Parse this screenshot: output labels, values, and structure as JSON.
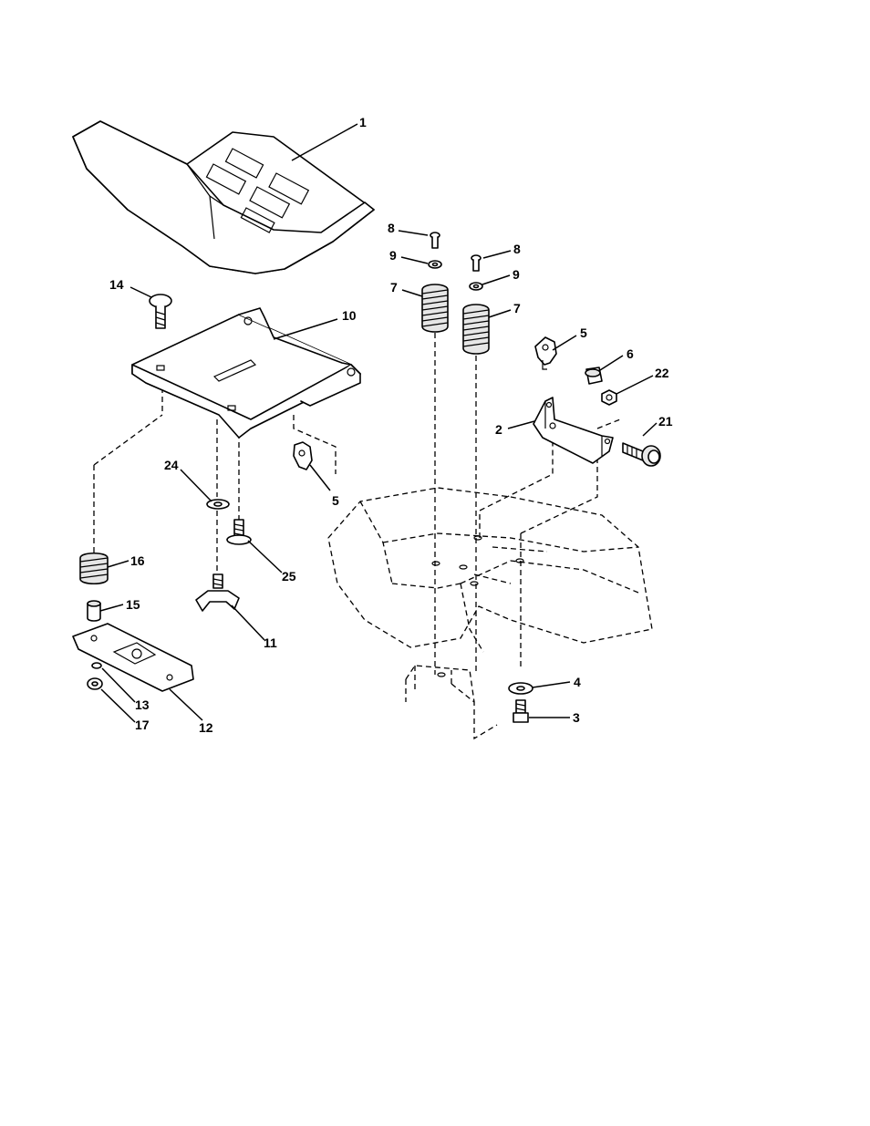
{
  "diagram": {
    "callouts": [
      {
        "id": "c1",
        "text": "1"
      },
      {
        "id": "c14",
        "text": "14"
      },
      {
        "id": "c10",
        "text": "10"
      },
      {
        "id": "c8a",
        "text": "8"
      },
      {
        "id": "c9a",
        "text": "9"
      },
      {
        "id": "c7a",
        "text": "7"
      },
      {
        "id": "c8b",
        "text": "8"
      },
      {
        "id": "c9b",
        "text": "9"
      },
      {
        "id": "c7b",
        "text": "7"
      },
      {
        "id": "c5a",
        "text": "5"
      },
      {
        "id": "c6",
        "text": "6"
      },
      {
        "id": "c22",
        "text": "22"
      },
      {
        "id": "c2",
        "text": "2"
      },
      {
        "id": "c21",
        "text": "21"
      },
      {
        "id": "c5b",
        "text": "5"
      },
      {
        "id": "c24",
        "text": "24"
      },
      {
        "id": "c16",
        "text": "16"
      },
      {
        "id": "c25",
        "text": "25"
      },
      {
        "id": "c15",
        "text": "15"
      },
      {
        "id": "c11",
        "text": "11"
      },
      {
        "id": "c4",
        "text": "4"
      },
      {
        "id": "c13",
        "text": "13"
      },
      {
        "id": "c3",
        "text": "3"
      },
      {
        "id": "c17",
        "text": "17"
      },
      {
        "id": "c12",
        "text": "12"
      }
    ]
  }
}
